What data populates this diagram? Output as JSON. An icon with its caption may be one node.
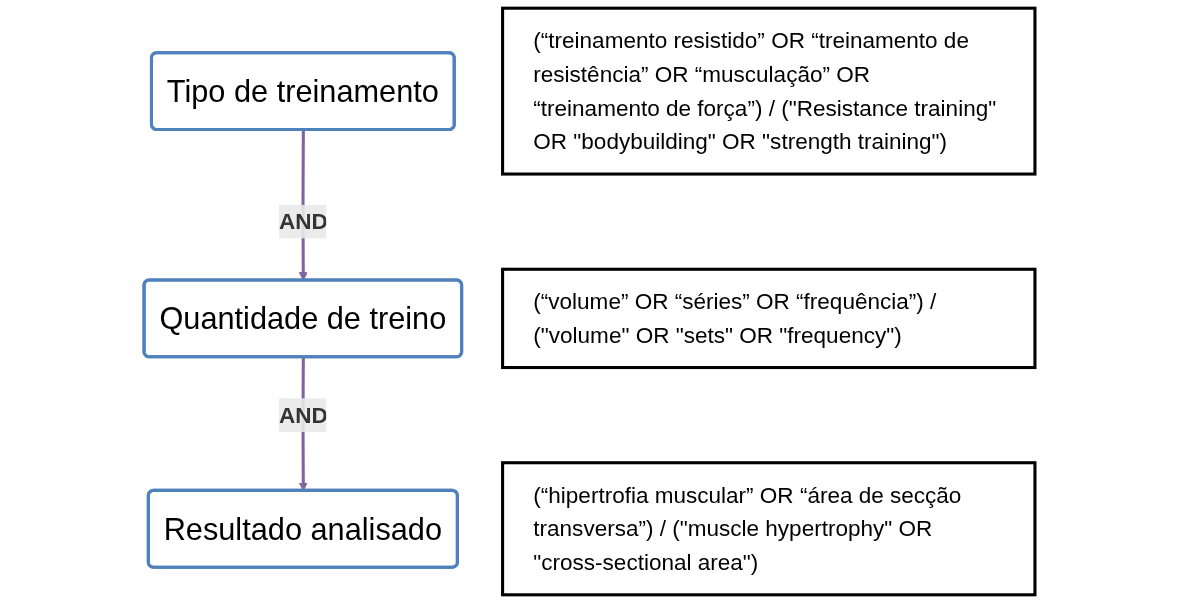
{
  "diagram": {
    "nodes": [
      {
        "text": [
          "Tipo de treinamento"
        ]
      },
      {
        "text": [
          "(“treinamento resistido” OR “treinamento de resistência” OR “musculação” OR “treinamento de força”) / (\"Resistance training\" OR \"bodybuilding\" OR \"strength training\")"
        ]
      },
      {
        "text": [
          "Quantidade de treino"
        ]
      },
      {
        "text": [
          "(“volume” OR “séries” OR “frequência”) / (\"volume\" OR \"sets\" OR \"frequency\")"
        ]
      },
      {
        "text": [
          "Resultado analisado"
        ]
      },
      {
        "text": [
          "(“hipertrofia muscular” OR “área de secção transversa”) / (\"muscle hypertrophy\" OR \"cross-sectional area\")"
        ]
      }
    ],
    "edges": [
      {
        "from": 0,
        "to": 2,
        "arrow": "to",
        "label": "AND"
      },
      {
        "from": 2,
        "to": 4,
        "arrow": "to",
        "label": "AND"
      }
    ]
  }
}
